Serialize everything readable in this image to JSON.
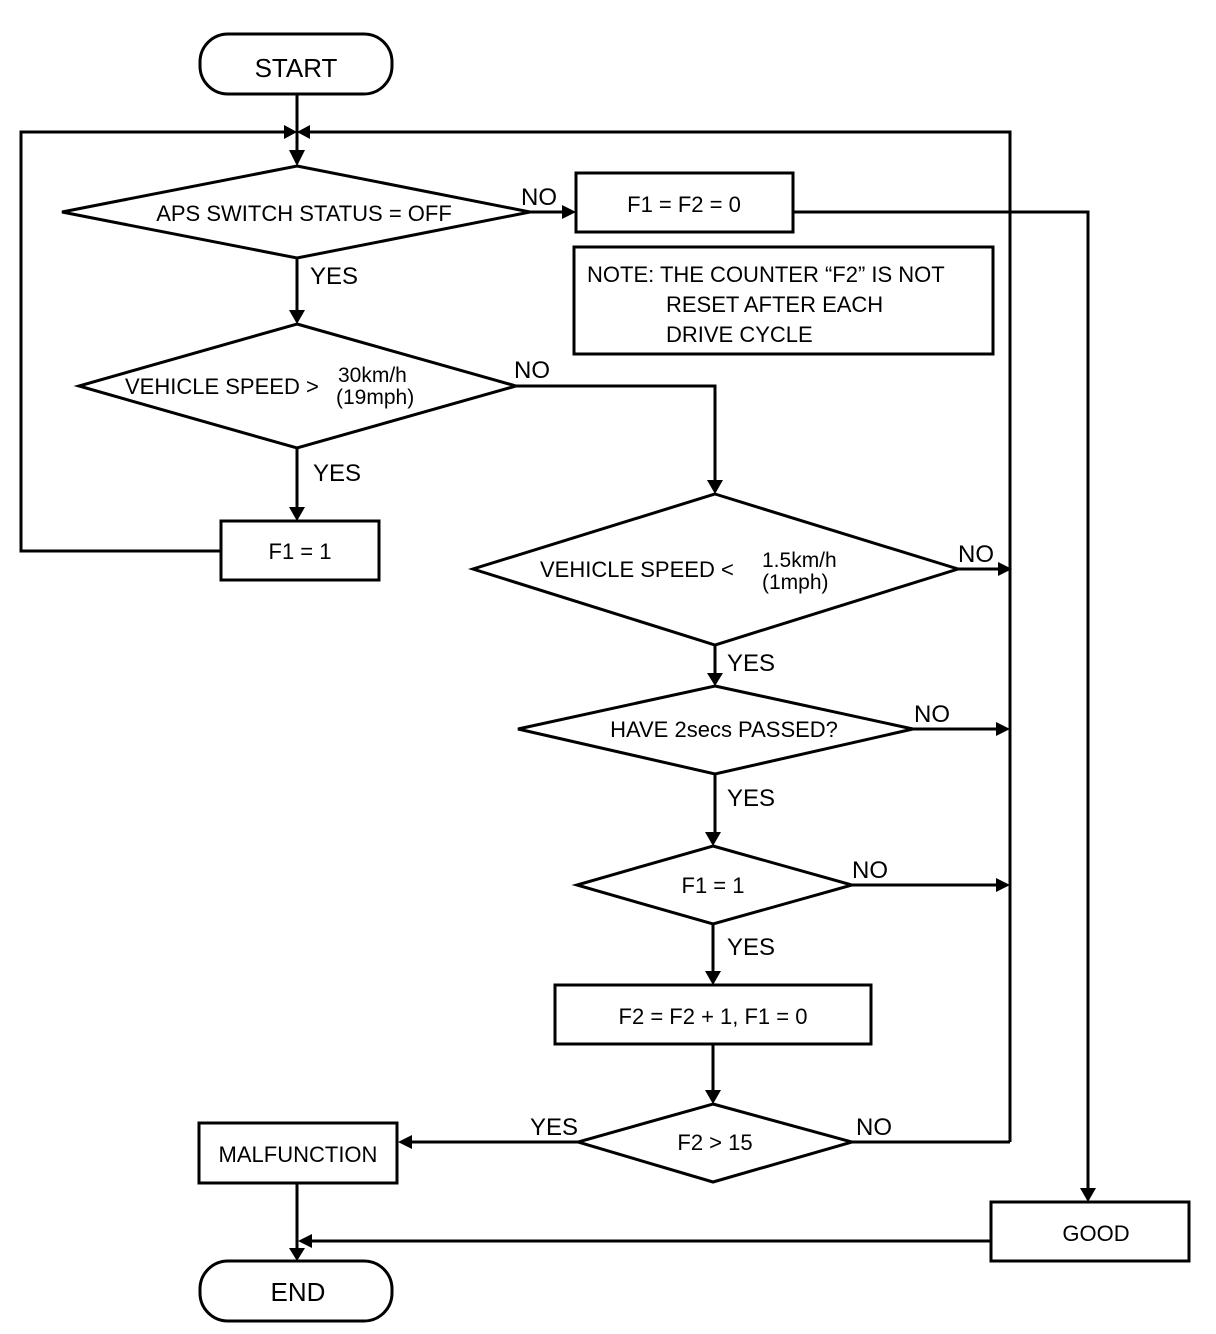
{
  "diagram": {
    "type": "flowchart",
    "nodes": {
      "start": "START",
      "aps_switch": "APS SWITCH STATUS = OFF",
      "reset_flags": "F1 = F2 = 0",
      "note": {
        "line1": "NOTE: THE COUNTER “F2” IS NOT",
        "line2": "RESET AFTER EACH",
        "line3": "DRIVE CYCLE"
      },
      "speed_high": {
        "main": "VEHICLE SPEED >",
        "value": "30km/h",
        "alt": "(19mph)"
      },
      "set_f1": "F1 = 1",
      "speed_low": {
        "main": "VEHICLE SPEED <",
        "value": "1.5km/h",
        "alt": "(1mph)"
      },
      "two_secs": "HAVE 2secs PASSED?",
      "f1_check": "F1 = 1",
      "increment": "F2 = F2 + 1, F1 = 0",
      "f2_check": "F2 > 15",
      "malfunction": "MALFUNCTION",
      "good": "GOOD",
      "end": "END"
    },
    "labels": {
      "yes": "YES",
      "no": "NO"
    }
  }
}
